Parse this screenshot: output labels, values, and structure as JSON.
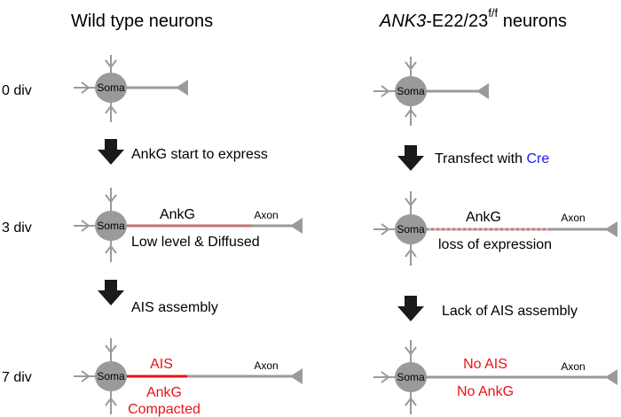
{
  "headers": {
    "left": "Wild type neurons",
    "right_italic": "ANK3",
    "right_rest": "-E22/23",
    "right_sup": "f/f",
    "right_tail": " neurons"
  },
  "times": [
    "0 div",
    "3 div",
    "7 div"
  ],
  "soma_label": "Soma",
  "axon_label": "Axon",
  "left": {
    "step1": "AnkG start to express",
    "step2": "AIS assembly",
    "div3_top": "AnkG",
    "div3_bottom": "Low level & Diffused",
    "div7_ais": "AIS",
    "div7_ankg": "AnkG",
    "div7_compacted": "Compacted"
  },
  "right": {
    "step1_prefix": "Transfect with ",
    "step1_cre": "Cre",
    "step2": "Lack of AIS assembly",
    "div3_top": "AnkG",
    "div3_bottom": "loss of expression",
    "div7_noais": "No AIS",
    "div7_noankg": "No AnkG"
  },
  "colors": {
    "neuron": "#9a9a9a",
    "red": "#ee1111",
    "faint_red": "#c97070",
    "cre_blue": "#1a1aee",
    "arrow": "#1a1a1a"
  }
}
